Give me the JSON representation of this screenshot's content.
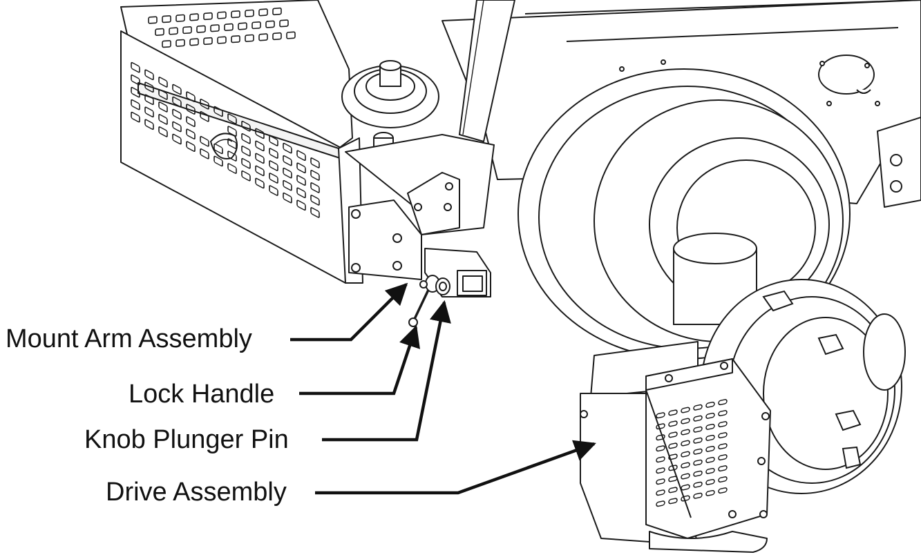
{
  "diagram": {
    "callouts": [
      {
        "id": "mount-arm",
        "label": "Mount Arm Assembly"
      },
      {
        "id": "lock-handle",
        "label": "Lock Handle"
      },
      {
        "id": "knob-plunger-pin",
        "label": "Knob Plunger Pin"
      },
      {
        "id": "drive-assembly",
        "label": "Drive Assembly"
      }
    ]
  },
  "colors": {
    "line": "#111111",
    "background": "#ffffff"
  }
}
